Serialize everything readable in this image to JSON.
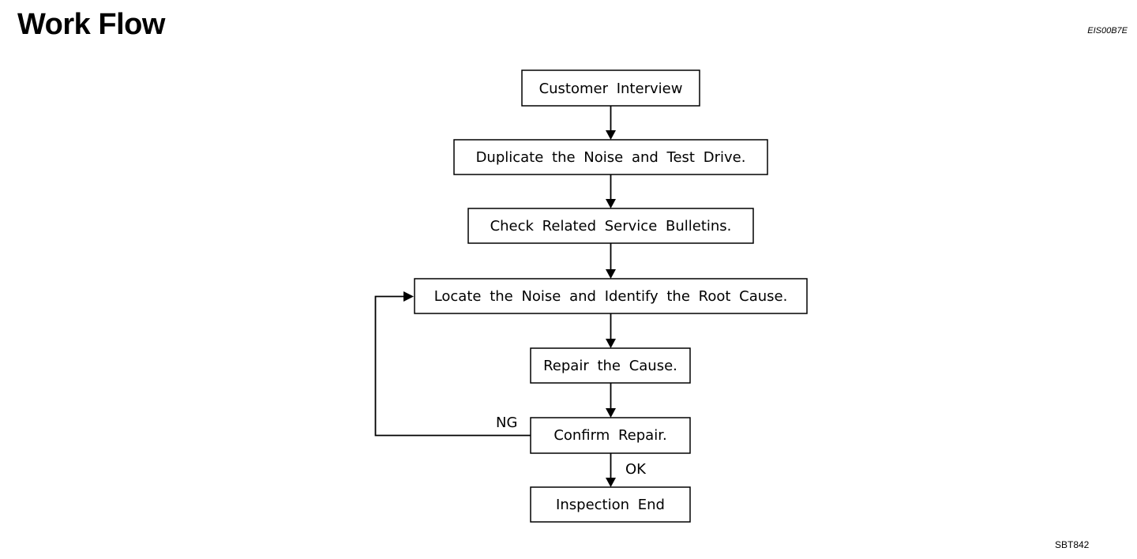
{
  "title": "Work Flow",
  "doc_code": "EIS00B7E",
  "figure_code": "SBT842",
  "steps": [
    {
      "label": "Customer Interview"
    },
    {
      "label": "Duplicate the Noise and Test Drive."
    },
    {
      "label": "Check Related Service Bulletins."
    },
    {
      "label": "Locate the Noise and Identify the Root Cause."
    },
    {
      "label": "Repair the Cause."
    },
    {
      "label": "Confirm Repair."
    },
    {
      "label": "Inspection End"
    }
  ],
  "branches": {
    "ng_label": "NG",
    "ok_label": "OK"
  }
}
